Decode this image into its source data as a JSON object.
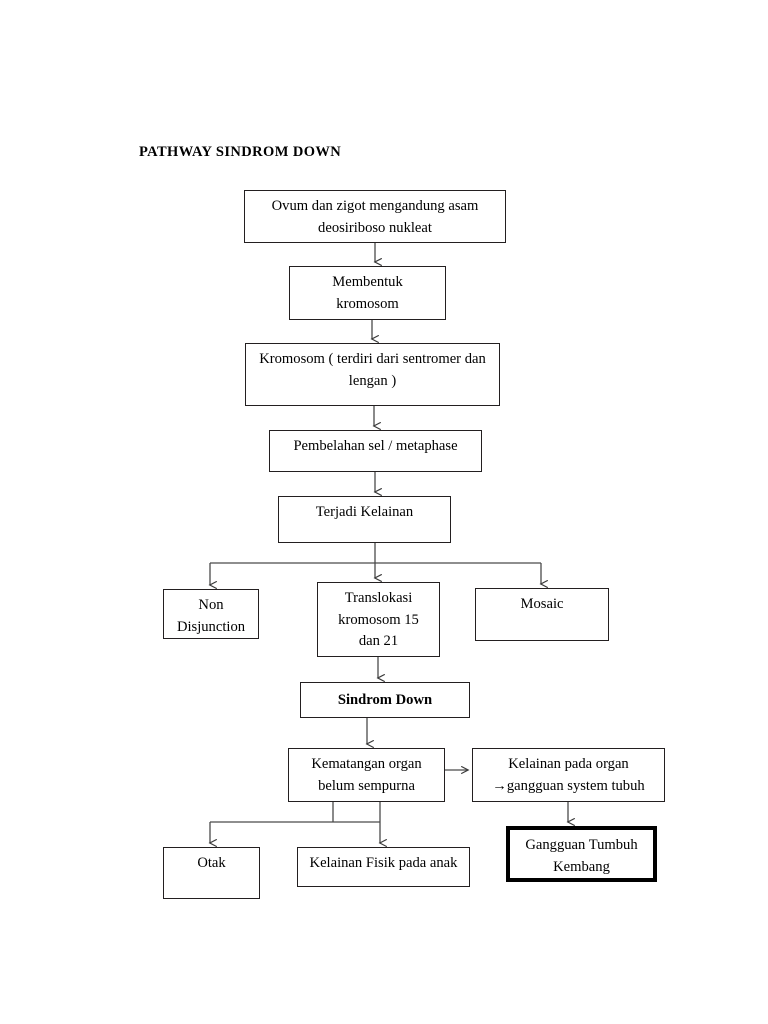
{
  "document": {
    "title": "PATHWAY SINDROM DOWN",
    "background_color": "#ffffff",
    "text_color": "#000000",
    "line_color": "#231f20"
  },
  "chart_data": {
    "type": "diagram",
    "diagram_kind": "flowchart",
    "title": "PATHWAY SINDROM DOWN",
    "orientation": "top-to-bottom",
    "nodes": [
      {
        "id": "n1",
        "label": "Ovum dan zigot mengandung asam\ndeosiriboso nukleat",
        "style": "plain"
      },
      {
        "id": "n2",
        "label": "Membentuk\nkromosom",
        "style": "plain"
      },
      {
        "id": "n3",
        "label": "Kromosom ( terdiri dari sentromer dan\nlengan )",
        "style": "plain"
      },
      {
        "id": "n4",
        "label": "Pembelahan sel / metaphase",
        "style": "plain"
      },
      {
        "id": "n5",
        "label": "Terjadi Kelainan",
        "style": "plain"
      },
      {
        "id": "n6",
        "label": "Non\nDisjunction",
        "style": "plain"
      },
      {
        "id": "n7",
        "label": "Translokasi\nkromosom 15\ndan 21",
        "style": "plain"
      },
      {
        "id": "n8",
        "label": "Mosaic",
        "style": "plain"
      },
      {
        "id": "n9",
        "label": "Sindrom Down",
        "style": "bold"
      },
      {
        "id": "n10",
        "label": "Kematangan organ\nbelum sempurna",
        "style": "plain"
      },
      {
        "id": "n11",
        "label": "Kelainan pada organ\n→gangguan system tubuh",
        "style": "plain"
      },
      {
        "id": "n12",
        "label": "Otak",
        "style": "plain"
      },
      {
        "id": "n13",
        "label": "Kelainan Fisik pada anak",
        "style": "plain"
      },
      {
        "id": "n14",
        "label": "Gangguan Tumbuh\nKembang",
        "style": "thick-border"
      }
    ],
    "edges": [
      {
        "from": "n1",
        "to": "n2",
        "type": "arrow-down"
      },
      {
        "from": "n2",
        "to": "n3",
        "type": "arrow-down"
      },
      {
        "from": "n3",
        "to": "n4",
        "type": "arrow-down"
      },
      {
        "from": "n4",
        "to": "n5",
        "type": "arrow-down"
      },
      {
        "from": "n5",
        "to": "n6",
        "type": "branch-left"
      },
      {
        "from": "n5",
        "to": "n7",
        "type": "arrow-down"
      },
      {
        "from": "n5",
        "to": "n8",
        "type": "branch-right"
      },
      {
        "from": "n7",
        "to": "n9",
        "type": "arrow-down"
      },
      {
        "from": "n9",
        "to": "n10",
        "type": "arrow-down"
      },
      {
        "from": "n10",
        "to": "n11",
        "type": "arrow-right"
      },
      {
        "from": "n10",
        "to": "n12",
        "type": "branch-left"
      },
      {
        "from": "n10",
        "to": "n13",
        "type": "arrow-down"
      },
      {
        "from": "n11",
        "to": "n14",
        "type": "arrow-down"
      }
    ]
  },
  "nodes": {
    "ovum_zigot": "Ovum dan zigot mengandung asam\ndeosiriboso nukleat",
    "membentuk_kromosom": "Membentuk\nkromosom",
    "kromosom": "Kromosom ( terdiri dari sentromer dan\nlengan )",
    "pembelahan_sel": "Pembelahan sel / metaphase",
    "terjadi_kelainan": "Terjadi Kelainan",
    "non_disjunction": "Non\nDisjunction",
    "translokasi": "Translokasi\nkromosom 15\ndan 21",
    "mosaic": "Mosaic",
    "sindrom_down": "Sindrom Down",
    "kematangan_organ": "Kematangan organ\nbelum sempurna",
    "kelainan_organ": "Kelainan pada organ\n→gangguan system tubuh",
    "otak": "Otak",
    "kelainan_fisik": "Kelainan Fisik pada anak",
    "gangguan_tumbuh": "Gangguan Tumbuh\nKembang"
  }
}
